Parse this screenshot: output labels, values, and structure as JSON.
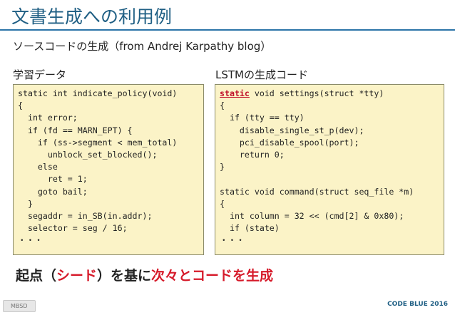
{
  "slide": {
    "title": "文書生成への利用例",
    "subtitle": "ソースコードの生成（from Andrej Karpathy blog）",
    "left_label": "学習データ",
    "right_label": "LSTMの生成コード",
    "left_code": [
      "static int indicate_policy(void)",
      "{",
      "  int error;",
      "  if (fd == MARN_EPT) {",
      "    if (ss->segment < mem_total)",
      "      unblock_set_blocked();",
      "    else",
      "      ret = 1;",
      "    goto bail;",
      "  }",
      "  segaddr = in_SB(in.addr);",
      "  selector = seg / 16;",
      "・・・"
    ],
    "right_code_keyword": "static",
    "right_code_first_rest": " void settings(struct *tty)",
    "right_code": [
      "{",
      "  if (tty == tty)",
      "    disable_single_st_p(dev);",
      "    pci_disable_spool(port);",
      "    return 0;",
      "}",
      "",
      "static void command(struct seq_file *m)",
      "{",
      "  int column = 32 << (cmd[2] & 0x80);",
      "  if (state)",
      "・・・"
    ],
    "statement": {
      "part1": "起点（",
      "part2": "シード",
      "part3": "）を基に",
      "part4": "次々とコードを生成"
    }
  },
  "footer": {
    "left_badge": "MBSD",
    "right_text": "CODE BLUE 2016"
  }
}
